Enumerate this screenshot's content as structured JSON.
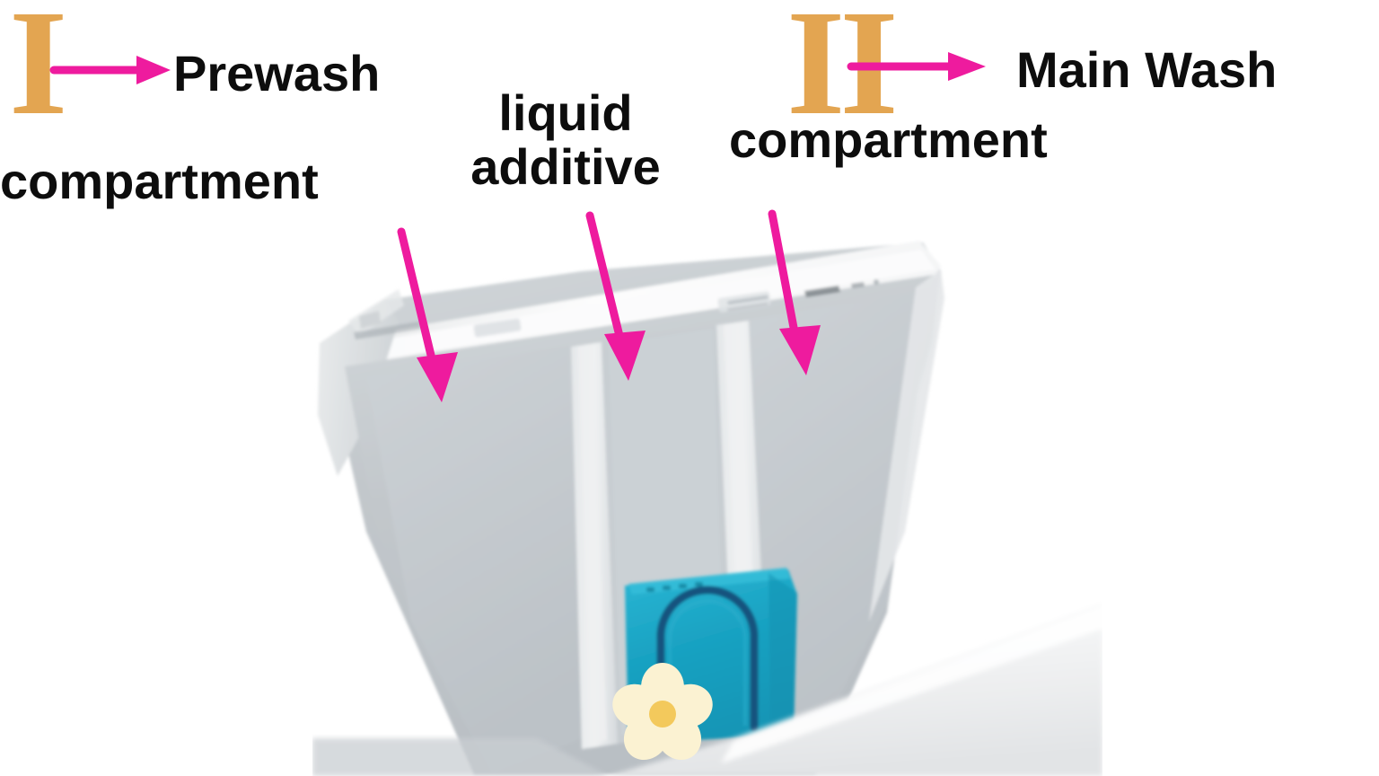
{
  "page": {
    "title": "Washing machine detergent drawer compartments",
    "background": "#ffffff"
  },
  "colors": {
    "arrow_pink": "#ee1b9e",
    "numeral_orange": "#e3a551",
    "numeral_orange_dark": "#c87f18",
    "text_black": "#0d0d0d",
    "drawer_gray": "#c2c7cb",
    "drawer_white": "#f2f3f4",
    "softener_teal": "#1ea2c4",
    "softener_teal_dark": "#16537e",
    "flower_petal": "#fbf2d2",
    "flower_center": "#f3c95c",
    "machine_body": "#f4f5f6"
  },
  "markers": {
    "prewash_numeral": "I",
    "mainwash_numeral": "II"
  },
  "labels": {
    "prewash": "Prewash",
    "prewash_sub": "compartment",
    "mainwash": "Main Wash",
    "mainwash_sub": "compartment",
    "liquid_additive": "liquid additive"
  },
  "arrows": [
    {
      "name": "arrow-to-prewash-label",
      "direction": "right",
      "from_marker": "I",
      "to_label": "Prewash"
    },
    {
      "name": "arrow-to-mainwash-label",
      "direction": "right",
      "from_marker": "II",
      "to_label": "Main Wash"
    },
    {
      "name": "arrow-to-prewash-compartment",
      "direction": "down",
      "points_to": "left compartment"
    },
    {
      "name": "arrow-to-additive-compartment",
      "direction": "down",
      "points_to": "middle compartment"
    },
    {
      "name": "arrow-to-mainwash-compartment",
      "direction": "down",
      "points_to": "right compartment"
    }
  ],
  "photo": {
    "subject": "open detergent drawer of a front-load washing machine",
    "compartments": [
      "prewash",
      "liquid additive",
      "main wash"
    ],
    "softener_insert": "teal siphon cap in middle compartment",
    "flower_sticker": "cream daisy flower icon"
  }
}
